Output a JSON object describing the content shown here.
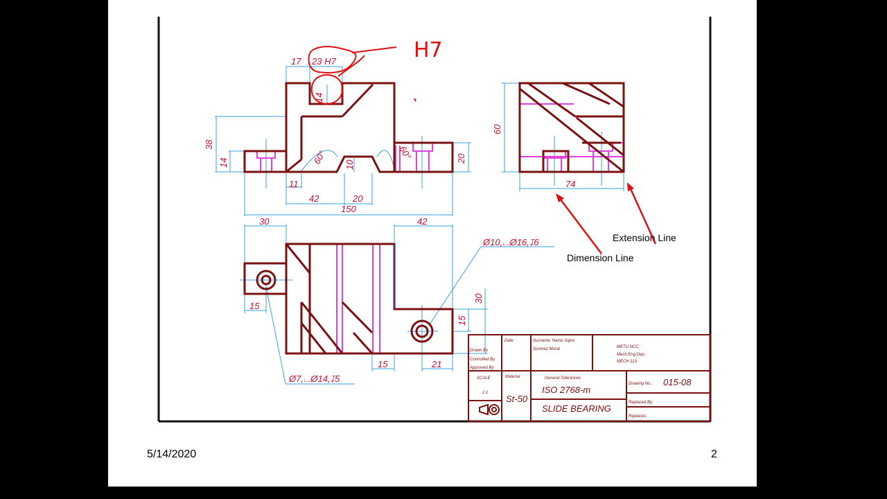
{
  "slide": {
    "date": "5/14/2020",
    "page_number": "2"
  },
  "annotations": {
    "handwritten_fit": "H7",
    "extension_line": "Extension Line",
    "dimension_line": "Dimension Line"
  },
  "front_view": {
    "dims": [
      "17",
      "23 H7",
      "14",
      "38",
      "14",
      "60°",
      "10",
      "60°",
      "20",
      "11",
      "42",
      "20",
      "150"
    ]
  },
  "side_view": {
    "dims": [
      "60",
      "74"
    ]
  },
  "top_view": {
    "dims": [
      "30",
      "42",
      "15",
      "30",
      "15",
      "15",
      "21"
    ],
    "callout_large_hole": "Ø10,⌴Ø16,↧6",
    "callout_small_hole": "Ø7,⌴Ø14,↧5"
  },
  "title_block": {
    "drawn_by": "Drawn By",
    "controlled_by": "Controlled By",
    "approved_by": "Approved By",
    "date_label": "Date",
    "surname_label": "Surname, Name Signs",
    "surname_value": "Sonmez Murat",
    "org": [
      "METU NCC",
      "Mech.Eng.Dep.",
      "MECH 113"
    ],
    "scale_label": "SCALE",
    "scale_value": "1:1",
    "material_label": "Material",
    "material_value": "St-50",
    "tolerance_label": "General Tolerances",
    "tolerance_value": "ISO 2768-m",
    "title": "SLIDE BEARING",
    "drawing_no_label": "Drawing No.:",
    "drawing_no_value": "015-08",
    "replaced_by_label": "Replaced By:",
    "replaces_label": "Replaces:"
  },
  "colors": {
    "outline": "#7a1010",
    "dimension": "#3aa0e0",
    "hidden": "#e040e0",
    "dim_text": "#c8102e",
    "annotation": "#e01010"
  }
}
